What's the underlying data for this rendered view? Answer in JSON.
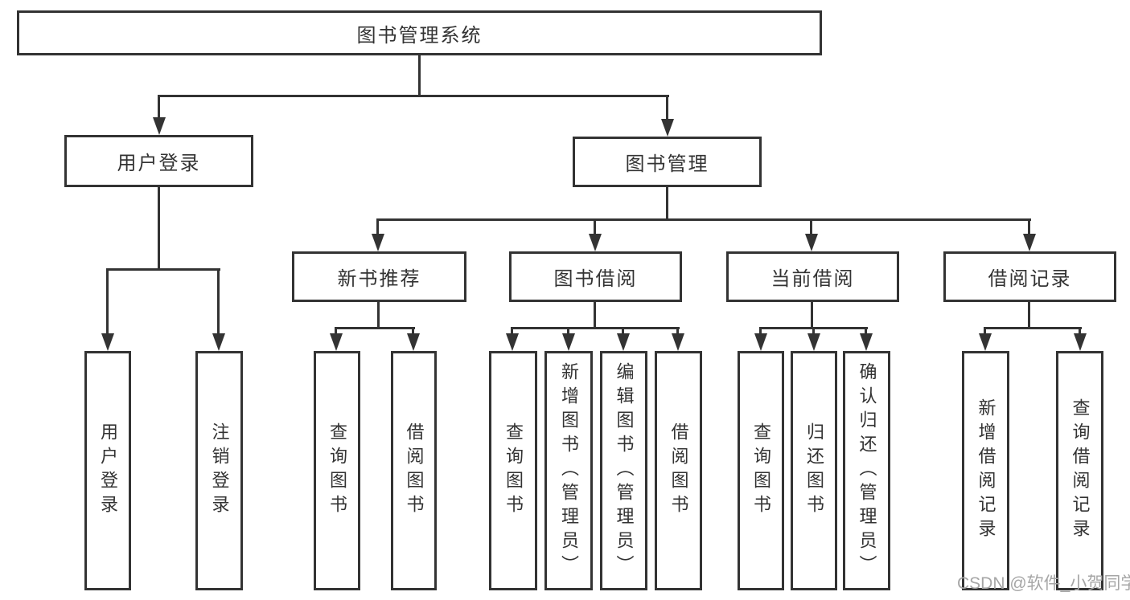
{
  "diagram_type": "tree",
  "title": "图书管理系统",
  "tree": {
    "root": "图书管理系统",
    "branches": [
      {
        "label": "用户登录",
        "children": [
          "用户登录",
          "注销登录"
        ]
      },
      {
        "label": "图书管理",
        "sections": [
          {
            "label": "新书推荐",
            "children": [
              "查询图书",
              "借阅图书"
            ]
          },
          {
            "label": "图书借阅",
            "children": [
              "查询图书",
              "新增图书（管理员）",
              "编辑图书（管理员）",
              "借阅图书"
            ]
          },
          {
            "label": "当前借阅",
            "children": [
              "查询图书",
              "归还图书",
              "确认归还（管理员）"
            ]
          },
          {
            "label": "借阅记录",
            "children": [
              "新增借阅记录",
              "查询借阅记录"
            ]
          }
        ]
      }
    ]
  },
  "watermark": "CSDN @软件_小贺同学",
  "colors": {
    "line": "#333333",
    "box_fill": "#ffffff",
    "text": "#333333",
    "background": "#ffffff",
    "watermark": "#a6a6a6"
  }
}
